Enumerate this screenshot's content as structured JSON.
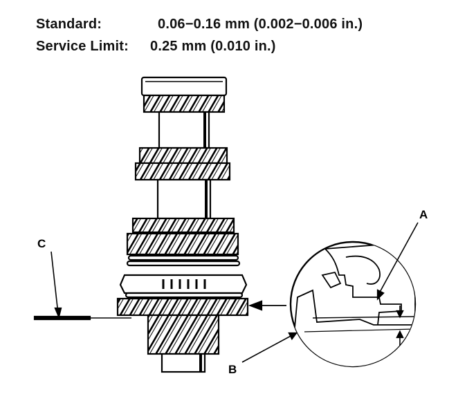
{
  "specs": {
    "standard_label": "Standard:",
    "standard_value": "0.06−0.16 mm (0.002−0.006 in.)",
    "service_label": "Service Limit:",
    "service_value": "0.25 mm (0.010 in.)"
  },
  "callouts": {
    "a": "A",
    "b": "B",
    "c": "C"
  },
  "colors": {
    "ink": "#000000",
    "paper": "#ffffff"
  }
}
